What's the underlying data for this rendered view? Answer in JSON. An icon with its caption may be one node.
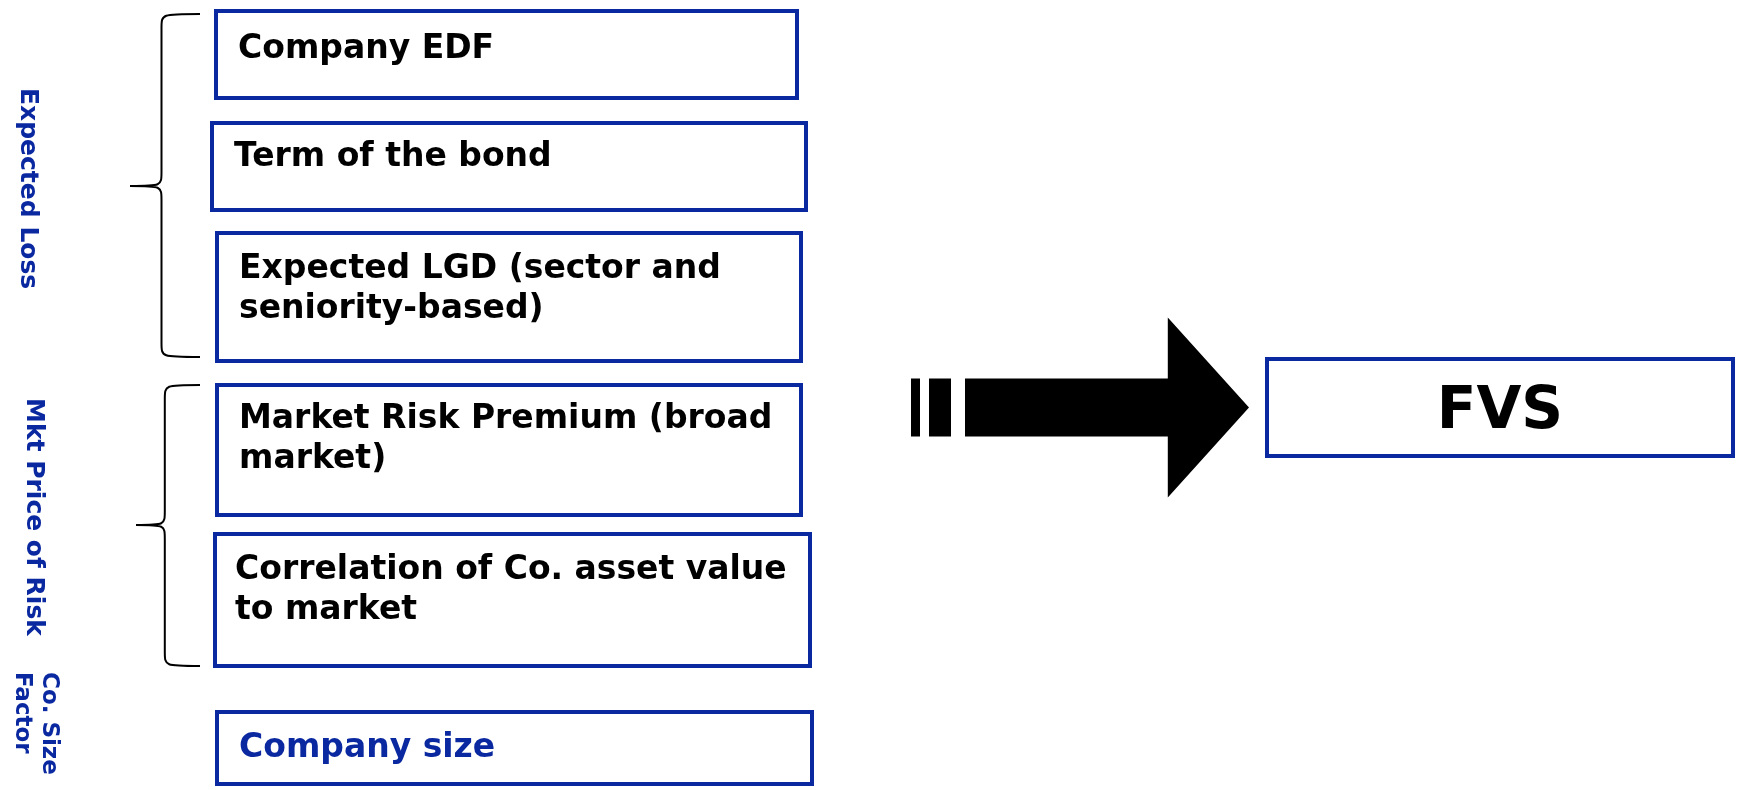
{
  "diagram": {
    "nodes": [
      {
        "text": [
          "Company EDF"
        ]
      },
      {
        "text": [
          "Term of the bond"
        ]
      },
      {
        "text": [
          "Expected LGD  (sector and seniority-based)"
        ]
      },
      {
        "text": [
          "Market Risk Premium (broad market)"
        ]
      },
      {
        "text": [
          "Correlation of Co. asset value to market"
        ]
      },
      {
        "text": [
          "Company size"
        ]
      },
      {
        "text": [
          "FVS"
        ]
      }
    ],
    "edges": [
      {
        "from": null,
        "to": 6,
        "arrow": "to",
        "style": "thick"
      }
    ],
    "labels": [
      "Expected Loss",
      "Mkt Price of Risk",
      "Co. Size Factor"
    ]
  }
}
